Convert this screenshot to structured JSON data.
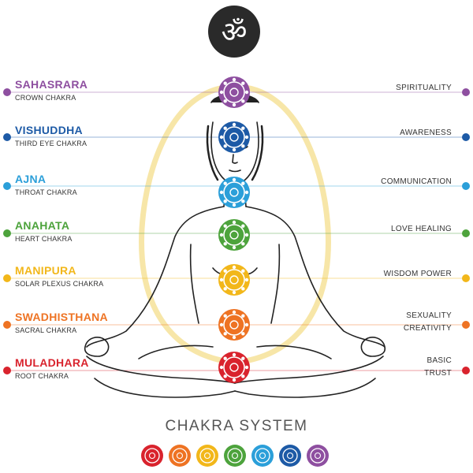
{
  "om_symbol": "ॐ",
  "chakras": [
    {
      "name": "SAHASRARA",
      "subtitle": "CROWN CHAKRA",
      "quality": "SPIRITUALITY",
      "color": "#8e4fa0"
    },
    {
      "name": "VISHUDDHA",
      "subtitle": "THIRD EYE CHAKRA",
      "quality": "AWARENESS",
      "color": "#1d5aa6"
    },
    {
      "name": "AJNA",
      "subtitle": "THROAT CHAKRA",
      "quality": "COMMUNICATION",
      "color": "#2b9fd9"
    },
    {
      "name": "ANAHATA",
      "subtitle": "HEART CHAKRA",
      "quality": "LOVE HEALING",
      "color": "#4da33c"
    },
    {
      "name": "MANIPURA",
      "subtitle": "SOLAR PLEXUS CHAKRA",
      "quality": "WISDOM POWER",
      "color": "#f2b71a"
    },
    {
      "name": "SWADHISTHANA",
      "subtitle": "SACRAL CHAKRA",
      "quality_lines": [
        "SEXUALITY",
        "CREATIVITY"
      ],
      "color": "#ee7323"
    },
    {
      "name": "MULADHARA",
      "subtitle": "ROOT  CHAKRA",
      "quality_lines": [
        "BASIC",
        "TRUST"
      ],
      "color": "#d9232d"
    }
  ],
  "title": "CHAKRA SYSTEM",
  "bottom_row": [
    "#d9232d",
    "#ee7323",
    "#f2b71a",
    "#4da33c",
    "#2b9fd9",
    "#1d5aa6",
    "#8e4fa0"
  ]
}
